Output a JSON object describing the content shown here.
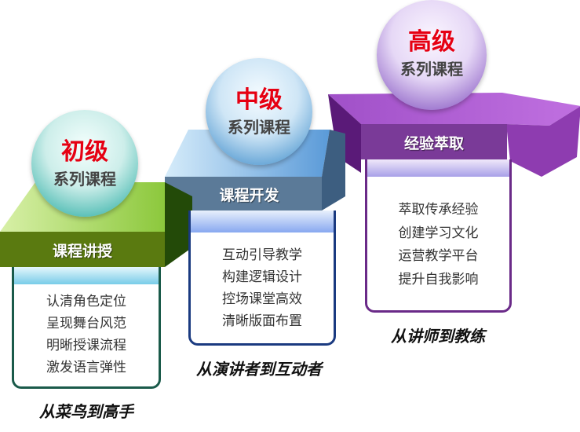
{
  "tiers": [
    {
      "level": "初级",
      "series": "系列课程",
      "band": "课程讲授",
      "items": [
        "认清角色定位",
        "呈现舞台风范",
        "明晰授课流程",
        "激发语言弹性"
      ],
      "caption": "从菜鸟到高手",
      "color": "#5a7a10"
    },
    {
      "level": "中级",
      "series": "系列课程",
      "band": "课程开发",
      "items": [
        "互动引导教学",
        "构建逻辑设计",
        "控场课堂高效",
        "清晰版面布置"
      ],
      "caption": "从演讲者到互动者",
      "color": "#5b7a98"
    },
    {
      "level": "高级",
      "series": "系列课程",
      "band": "经验萃取",
      "items": [
        "萃取传承经验",
        "创建学习文化",
        "运营教学平台",
        "提升自我影响"
      ],
      "caption": "从讲师到教练",
      "color": "#7a3a98"
    }
  ]
}
